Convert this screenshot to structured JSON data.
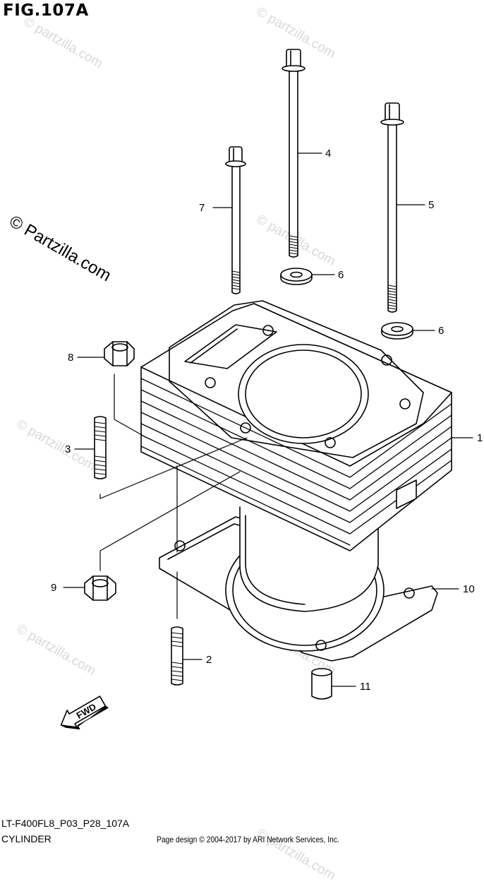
{
  "figure": {
    "title": "FIG.107A",
    "watermark": "© Partzilla.com",
    "watermark_repeat": "© partzilla.com"
  },
  "callouts": [
    {
      "id": "1",
      "label": "1"
    },
    {
      "id": "2",
      "label": "2"
    },
    {
      "id": "3",
      "label": "3"
    },
    {
      "id": "4",
      "label": "4"
    },
    {
      "id": "5",
      "label": "5"
    },
    {
      "id": "6a",
      "label": "6"
    },
    {
      "id": "6b",
      "label": "6"
    },
    {
      "id": "7",
      "label": "7"
    },
    {
      "id": "8",
      "label": "8"
    },
    {
      "id": "9",
      "label": "9"
    },
    {
      "id": "10",
      "label": "10"
    },
    {
      "id": "11",
      "label": "11"
    }
  ],
  "fwd_arrow": {
    "label": "FWD"
  },
  "footer": {
    "model_code": "LT-F400FL8_P03_P28_107A",
    "section_name": "CYLINDER",
    "credit": "Page design © 2004-2017 by ARI Network Services, Inc."
  }
}
